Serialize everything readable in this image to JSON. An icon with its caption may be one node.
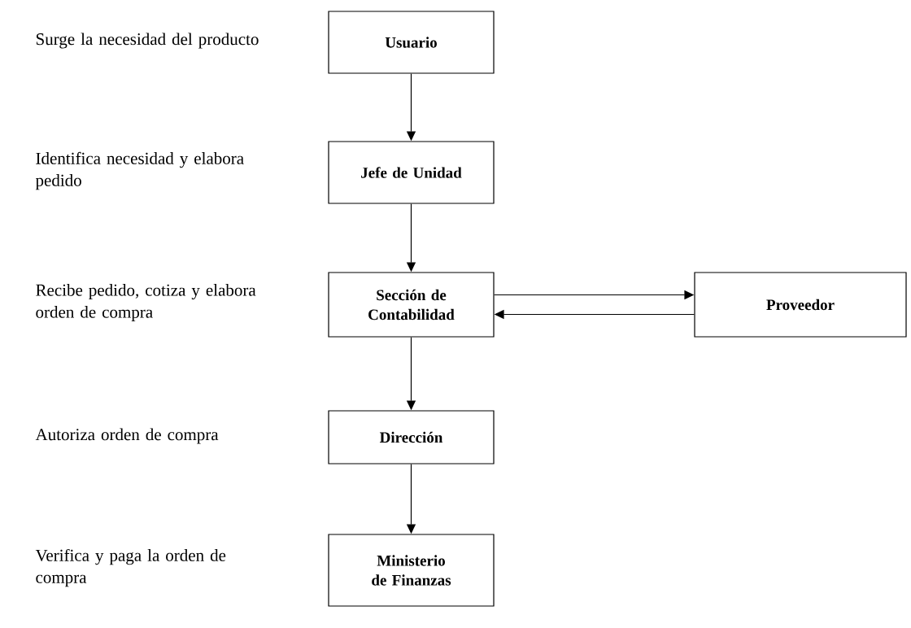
{
  "diagram": {
    "nodes": [
      {
        "text": [
          "Usuario"
        ]
      },
      {
        "text": [
          "Jefe de Unidad"
        ]
      },
      {
        "text": [
          "Sección de Contabilidad"
        ]
      },
      {
        "text": [
          "Proveedor"
        ]
      },
      {
        "text": [
          "Dirección"
        ]
      },
      {
        "text": [
          "Ministerio de Finanzas"
        ]
      }
    ],
    "edges": [
      {
        "from": 0,
        "to": 1,
        "arrow": "to"
      },
      {
        "from": 1,
        "to": 2,
        "arrow": "to"
      },
      {
        "from": 2,
        "to": 3,
        "arrow": "to"
      },
      {
        "from": 3,
        "to": 2,
        "arrow": "to"
      },
      {
        "from": 2,
        "to": 4,
        "arrow": "to"
      },
      {
        "from": 4,
        "to": 5,
        "arrow": "to"
      }
    ],
    "labels": [
      "Surge la necesidad del producto",
      "Identifica necesidad y elabora pedido",
      "Recibe pedido, cotiza y elabora orden de compra",
      "Autoriza orden de compra",
      "Verifica y paga la orden de compra"
    ]
  }
}
